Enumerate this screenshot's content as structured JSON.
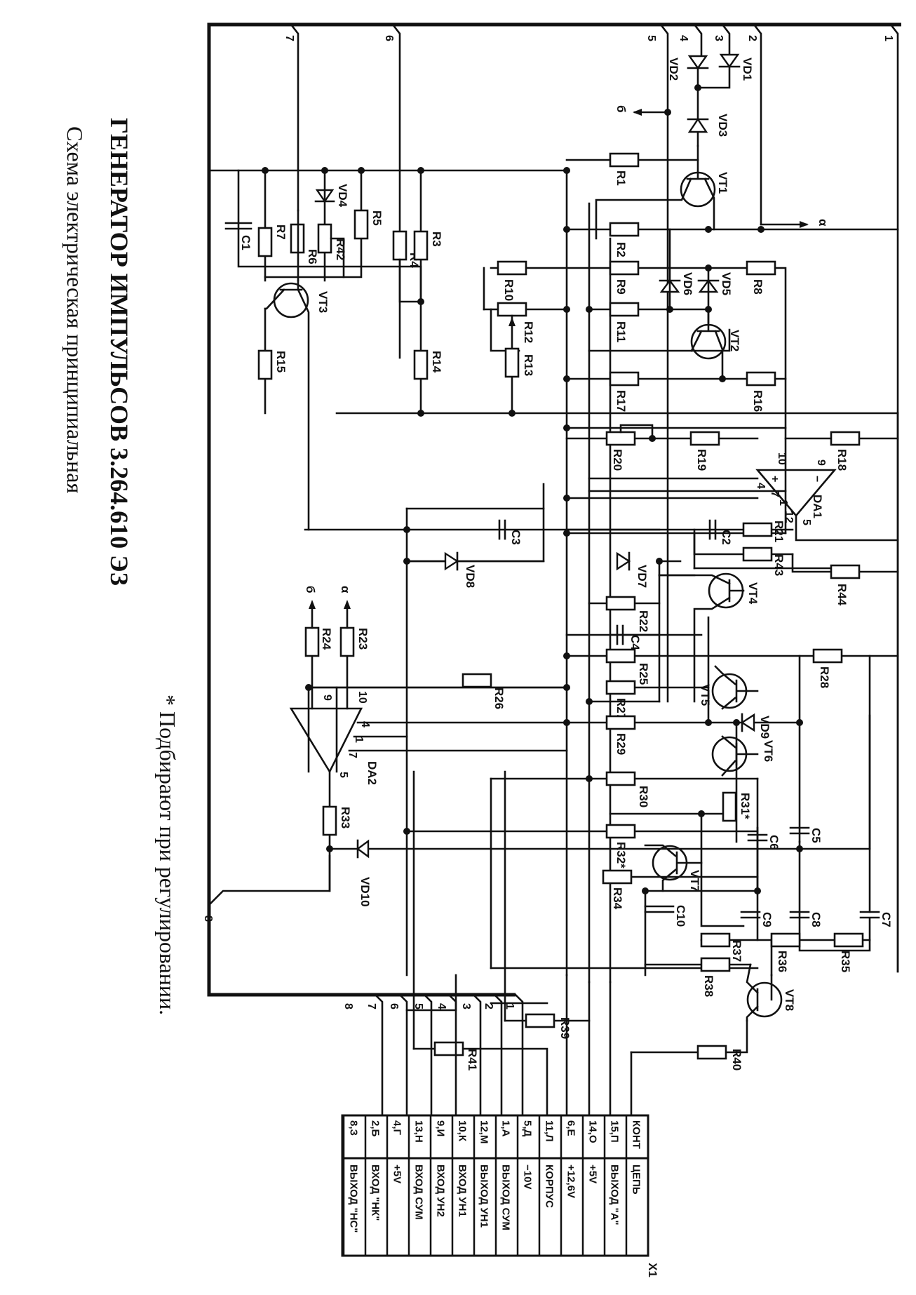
{
  "document": {
    "title": "ГЕНЕРАТОР ИМПУЛЬСОВ 3.264.610 ЭЗ",
    "subtitle": "Схема электрическая принципиальная",
    "note": "* Подбирают при регулировании."
  },
  "schematic": {
    "bus_pins": [
      "1",
      "2",
      "3",
      "4",
      "5",
      "6",
      "7",
      "8"
    ],
    "connector_name": "X1",
    "signal_labels": {
      "alpha": "α",
      "beta": "б"
    },
    "opamps": {
      "da1": "DA1",
      "da2": "DA2"
    },
    "da1_pins": {
      "minus": "−",
      "plus": "+",
      "p9": "9",
      "p10": "10",
      "p4": "4",
      "p7": "7",
      "p1": "1",
      "p12": "12",
      "p5": "5"
    },
    "da2_pins": {
      "p9": "9",
      "p10": "10",
      "p4": "4",
      "p1": "1",
      "p7": "7",
      "p5": "5"
    },
    "transistors": [
      "VT1",
      "VT2",
      "VT3",
      "VT4",
      "VT5",
      "VT6",
      "VT7",
      "VT8"
    ],
    "diodes": [
      "VD1",
      "VD2",
      "VD3",
      "VD4",
      "VD5",
      "VD6",
      "VD7",
      "VD8",
      "VD9",
      "VD10"
    ],
    "capacitors": [
      "C1",
      "C2",
      "C3",
      "C4",
      "C5",
      "C6",
      "C7",
      "C8",
      "C9",
      "C10"
    ],
    "resistors": {
      "r1": "R1",
      "r2": "R2",
      "r3": "R3",
      "r4": "R4",
      "r5": "R5",
      "r6": "R6",
      "r7": "R7",
      "r8": "R8",
      "r9": "R9",
      "r10": "R10",
      "r11": "R11",
      "r12": "R12",
      "r13": "R13",
      "r14": "R14",
      "r15": "R15",
      "r16": "R16",
      "r17": "R17",
      "r18": "R18",
      "r19": "R19",
      "r20": "R20",
      "r21": "R21",
      "r22": "R22",
      "r23": "R23",
      "r24": "R24",
      "r25": "R25",
      "r26": "R26",
      "r27": "R27",
      "r28": "R28",
      "r29": "R29",
      "r30": "R30",
      "r31": "R31*",
      "r32": "R32*",
      "r33": "R33",
      "r34": "R34",
      "r35": "R35",
      "r36": "R36",
      "r37": "R37",
      "r38": "R38",
      "r39": "R39",
      "r40": "R40",
      "r41": "R41",
      "r42": "R42",
      "r43": "R43",
      "r44": "R44"
    }
  },
  "connector_table": {
    "header": {
      "contact": "КОНТ",
      "circuit": "ЦЕПЬ"
    },
    "rows": [
      {
        "contact": "15,П",
        "circuit": "ВЫХОД \"А\""
      },
      {
        "contact": "14,О",
        "circuit": "+5V"
      },
      {
        "contact": "6,Е",
        "circuit": "+12,6V"
      },
      {
        "contact": "11,Л",
        "circuit": "КОРПУС"
      },
      {
        "contact": "5,Д",
        "circuit": "−10V"
      },
      {
        "contact": "1,А",
        "circuit": "ВЫХОД СУМ"
      },
      {
        "contact": "12,М",
        "circuit": "ВЫХОД УН1"
      },
      {
        "contact": "10,К",
        "circuit": "ВХОД УН1"
      },
      {
        "contact": "9,И",
        "circuit": "ВХОД УН2"
      },
      {
        "contact": "13,Н",
        "circuit": "ВХОД СУМ"
      },
      {
        "contact": "4,Г",
        "circuit": "+5V"
      },
      {
        "contact": "2,Б",
        "circuit": "ВХОД \"НК\""
      },
      {
        "contact": "8,З",
        "circuit": "ВЫХОД \"НС\""
      }
    ],
    "bus_numbers": [
      "1",
      "2",
      "3",
      "4",
      "5",
      "6",
      "7",
      "8"
    ]
  }
}
